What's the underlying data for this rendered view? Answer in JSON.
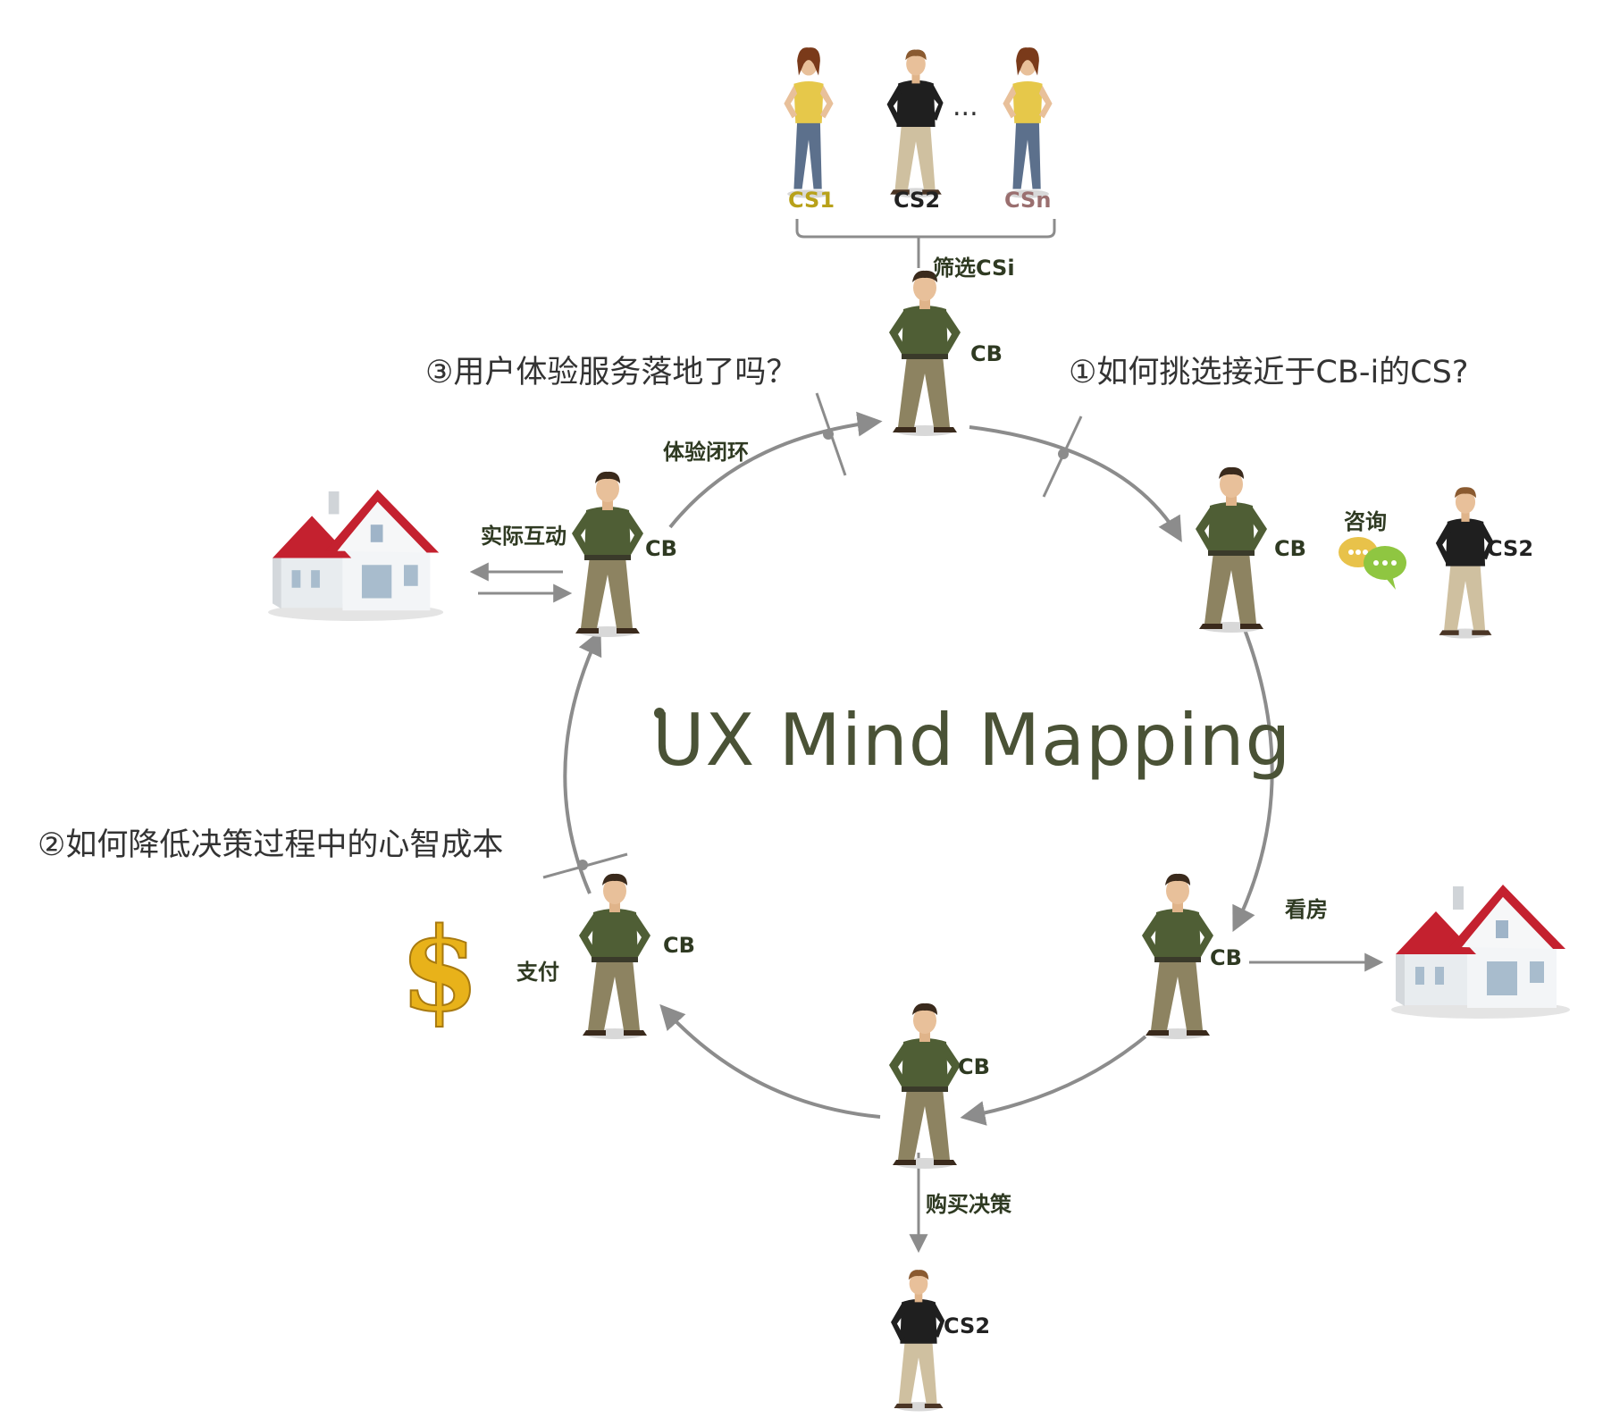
{
  "title": "UX Mind Mapping",
  "questions": {
    "q1": "①如何挑选接近于CB-i的CS?",
    "q2": "②如何降低决策过程中的心智成本",
    "q3": "③用户体验服务落地了吗？"
  },
  "candidates": {
    "cs1": "CS1",
    "cs2": "CS2",
    "csn": "CSn",
    "ellipsis": "..."
  },
  "labels": {
    "filter": "筛选CSi",
    "consult": "咨询",
    "view_house": "看房",
    "purchase": "购买决策",
    "pay": "支付",
    "interact": "实际互动",
    "closed_loop": "体验闭环",
    "cb": "CB",
    "cs2": "CS2"
  },
  "icons": [
    "buyer-figure-icon",
    "seller-figure-icon",
    "house-icon",
    "dollar-icon",
    "chat-bubbles-icon"
  ],
  "colors": {
    "arrow": "#8c8c8c",
    "label_text": "#2f3a22",
    "title_text": "#4a5236",
    "roof": "#c4212f",
    "shirt_cb": "#4f5e35",
    "pants_cb": "#8d8361",
    "shirt_cs": "#1f1f1f"
  }
}
